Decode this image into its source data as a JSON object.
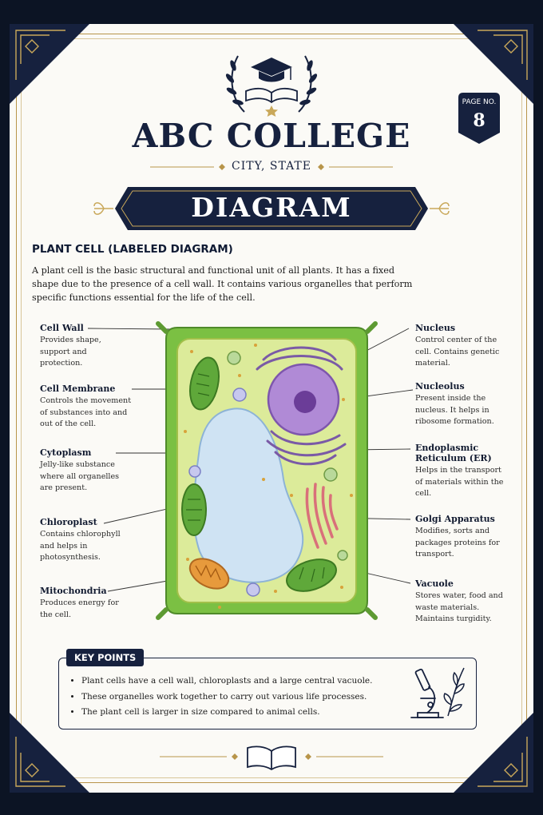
{
  "header": {
    "college": "ABC COLLEGE",
    "location": "CITY, STATE",
    "banner": "DIAGRAM",
    "page_label": "PAGE NO.",
    "page_number": "8"
  },
  "section": {
    "title": "PLANT CELL (LABELED DIAGRAM)",
    "intro": "A plant cell is the basic structural and functional unit of all plants. It has a fixed shape due to the presence of a cell wall. It contains various organelles that perform specific functions essential for the life of the cell."
  },
  "labels_left": [
    {
      "title": "Cell Wall",
      "desc": "Provides shape, support and protection."
    },
    {
      "title": "Cell Membrane",
      "desc": "Controls the movement of substances into and out of the cell."
    },
    {
      "title": "Cytoplasm",
      "desc": "Jelly-like substance where all organelles are present."
    },
    {
      "title": "Chloroplast",
      "desc": "Contains chlorophyll and helps in photosynthesis."
    },
    {
      "title": "Mitochondria",
      "desc": "Produces energy for the cell."
    }
  ],
  "labels_right": [
    {
      "title": "Nucleus",
      "desc": "Control center of the cell. Contains genetic material."
    },
    {
      "title": "Nucleolus",
      "desc": "Present inside the nucleus. It helps in ribosome formation."
    },
    {
      "title": "Endoplasmic Reticulum (ER)",
      "desc": "Helps in the transport of materials within the cell."
    },
    {
      "title": "Golgi Apparatus",
      "desc": "Modifies, sorts and packages proteins for transport."
    },
    {
      "title": "Vacuole",
      "desc": "Stores water, food and waste materials. Maintains turgidity."
    }
  ],
  "key_points": {
    "title": "KEY POINTS",
    "items": [
      "Plant cells have a cell wall, chloroplasts and a large central vacuole.",
      "These organelles work together to carry out various life processes.",
      "The plant cell is larger in size compared to animal cells."
    ]
  },
  "colors": {
    "navy": "#16213e",
    "gold": "#b8954a",
    "cell_wall": "#7bc043",
    "cytoplasm": "#dceb9a",
    "vacuole": "#cfe3f3",
    "nucleus": "#9b6fc6"
  },
  "icons": [
    "graduation-cap-icon",
    "laurel-wreath-icon",
    "open-book-icon",
    "microscope-icon",
    "leaf-branch-icon",
    "star-icon"
  ]
}
